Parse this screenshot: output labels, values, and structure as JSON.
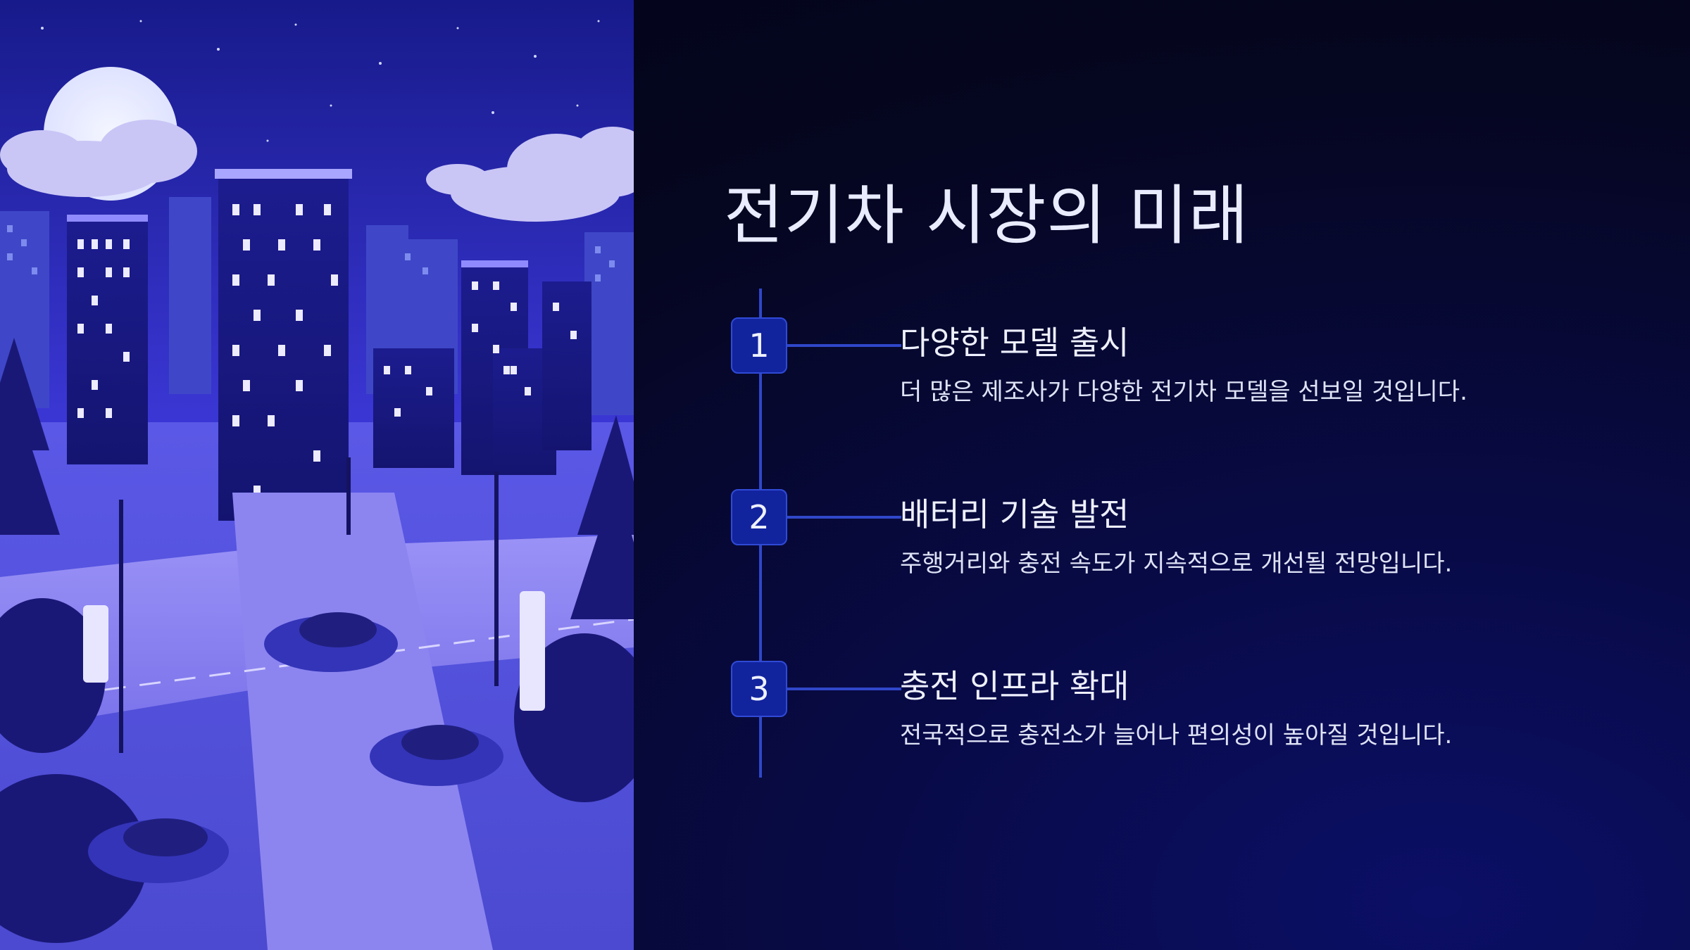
{
  "slide": {
    "title": "전기차 시장의 미래",
    "steps": [
      {
        "number": "1",
        "title": "다양한 모델 출시",
        "description": "더 많은 제조사가 다양한 전기차 모델을 선보일 것입니다."
      },
      {
        "number": "2",
        "title": "배터리 기술 발전",
        "description": "주행거리와 충전 속도가 지속적으로 개선될 전망입니다."
      },
      {
        "number": "3",
        "title": "충전 인프라 확대",
        "description": "전국적으로 충전소가 늘어나 편의성이 높아질 것입니다."
      }
    ]
  },
  "colors": {
    "background": "#05061a",
    "accent": "#2f47c9",
    "badge": "#12239e",
    "title_text": "#e9ecff"
  }
}
